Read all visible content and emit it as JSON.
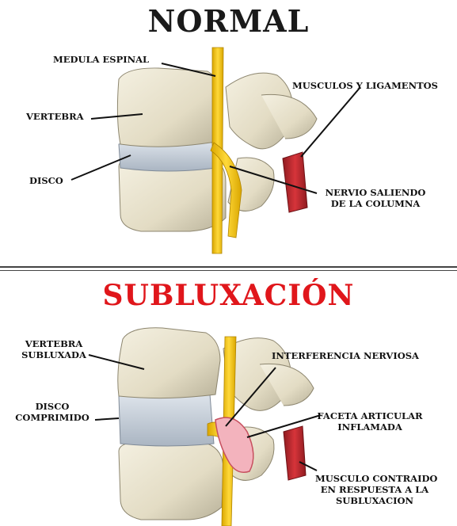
{
  "top": {
    "title": "NORMAL",
    "labels": {
      "spinal_cord": "MEDULA ESPINAL",
      "vertebra": "VERTEBRA",
      "disc": "DISCO",
      "muscles": "MUSCULOS Y LIGAMENTOS",
      "nerve_line1": "NERVIO SALIENDO",
      "nerve_line2": "DE LA COLUMNA"
    }
  },
  "bottom": {
    "title": "SUBLUXACIÓN",
    "labels": {
      "vertebra_line1": "VERTEBRA",
      "vertebra_line2": "SUBLUXADA",
      "disc_line1": "DISCO",
      "disc_line2": "COMPRIMIDO",
      "interference": "INTERFERENCIA NERVIOSA",
      "facet_line1": "FACETA ARTICULAR",
      "facet_line2": "INFLAMADA",
      "muscle_line1": "MUSCULO CONTRAIDO",
      "muscle_line2": "EN RESPUESTA A LA",
      "muscle_line3": "SUBLUXACION"
    }
  },
  "colors": {
    "title_normal": "#1a1a1a",
    "title_subluxation": "#e0161b",
    "bone": "#e9e3cf",
    "bone_shadow": "#b9b29a",
    "disc": "#c9d2dc",
    "nerve": "#f2c20f",
    "muscle": "#c2292f",
    "inflamed": "#f3b3bd"
  }
}
